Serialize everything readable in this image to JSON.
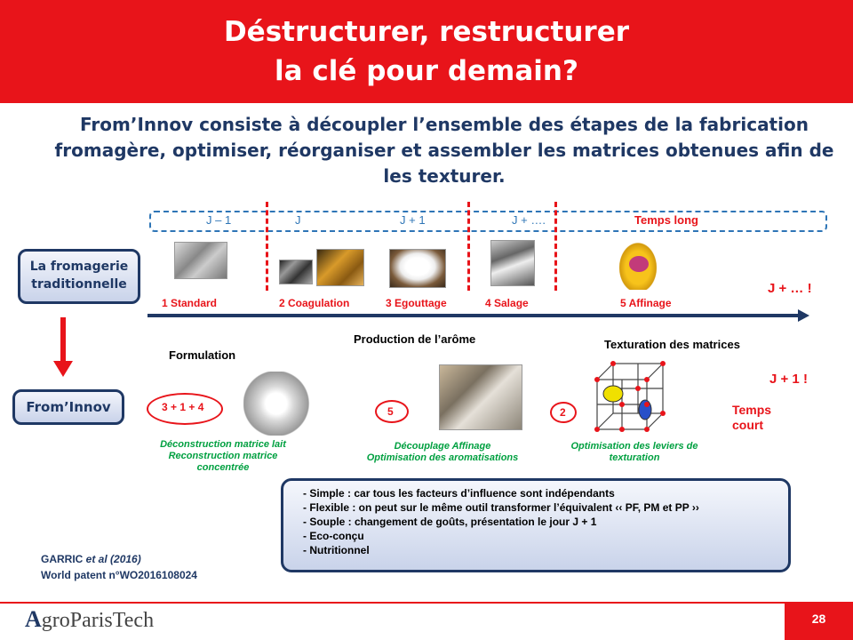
{
  "header": {
    "title_line1": "Déstructurer, restructurer",
    "title_line2": "la clé pour demain?"
  },
  "intro": "From’Innov consiste à découpler l’ensemble des étapes de la fabrication fromagère,  optimiser, réorganiser et assembler les matrices obtenues afin de les texturer.",
  "timeline": {
    "labels": [
      "J – 1",
      "J",
      "J + 1",
      "J + ….",
      "Temps long"
    ]
  },
  "traditional": {
    "box_label_line1": "La fromagerie",
    "box_label_line2": "traditionnelle",
    "steps": [
      "1 Standard",
      "2 Coagulation",
      "3 Egouttage",
      "4 Salage",
      "5 Affinage"
    ],
    "duration": "J + … !"
  },
  "frominnov": {
    "box_label": "From’Innov",
    "sections": [
      "Formulation",
      "Production de l’arôme",
      "Texturation des matrices"
    ],
    "ovals": [
      "3 + 1 + 4",
      "5",
      "2"
    ],
    "captions": [
      [
        "Déconstruction matrice lait",
        "Reconstruction matrice",
        "concentrée"
      ],
      [
        "Découplage Affinage",
        "Optimisation des aromatisations"
      ],
      [
        "Optimisation des leviers de",
        "texturation"
      ]
    ],
    "duration": "J + 1 !",
    "temps_court_line1": "Temps",
    "temps_court_line2": "court"
  },
  "bullets": [
    "- Simple :  car tous les facteurs d’influence sont indépendants",
    "- Flexible : on peut sur le même outil transformer l’équivalent ‹‹ PF, PM et PP ››",
    "- Souple : changement de goûts, présentation le jour J + 1",
    "- Eco-conçu",
    "- Nutritionnel"
  ],
  "reference": {
    "authors": "GARRIC ",
    "etal": "et al (2016)",
    "patent": "World patent n°WO2016108024"
  },
  "footer": {
    "logo_a": "A",
    "logo_rest": "groParisTech",
    "page_number": "28"
  },
  "colors": {
    "header_red": "#e8141a",
    "navy": "#1f3864",
    "timeline_blue": "#2e75b6",
    "caption_green": "#00a040"
  }
}
